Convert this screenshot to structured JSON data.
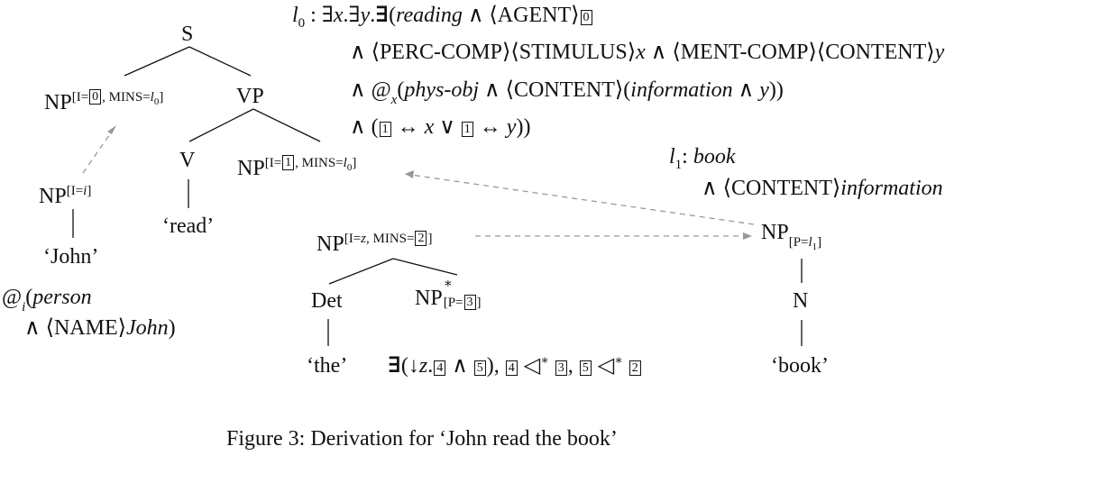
{
  "tree": {
    "s": "S",
    "vp": "VP",
    "v": "V",
    "np_subj": "NP",
    "np_subj_i": "I",
    "np_subj_box": "0",
    "np_subj_mins": "MINS",
    "np_subj_l": "l",
    "np_subj_l_sub": "0",
    "np_obj": "NP",
    "np_obj_i": "I",
    "np_obj_box": "1",
    "np_obj_mins": "MINS",
    "np_obj_l": "l",
    "np_obj_l_sub": "0",
    "read_word": "‘read’"
  },
  "john": {
    "np": "NP",
    "np_i": "I",
    "np_var": "i",
    "word": "‘John’",
    "sem1_at": "@",
    "sem1_sub": "i",
    "sem1_pred": "person",
    "sem2_name": "NAME",
    "sem2_john": "John"
  },
  "the_tree": {
    "np": "NP",
    "np_i": "I",
    "np_z": "z",
    "np_mins": "MINS",
    "np_box": "2",
    "det": "Det",
    "np_star": "NP",
    "np_star_p": "P",
    "np_star_box": "3",
    "word": "‘the’",
    "sem_exists": "∃",
    "sem_z": "z",
    "sem_b4": "4",
    "sem_b5": "5",
    "sem_b4b": "4",
    "sem_b3": "3",
    "sem_b5b": "5",
    "sem_b2": "2"
  },
  "book_tree": {
    "np": "NP",
    "np_p": "P",
    "np_l": "l",
    "np_l_sub": "1",
    "n": "N",
    "word": "‘book’",
    "sem_l": "l",
    "sem_l_sub": "1",
    "sem_book": "book",
    "sem_content": "CONTENT",
    "sem_information": "information"
  },
  "l0_formula": {
    "l": "l",
    "l_sub": "0",
    "reading": "reading",
    "agent": "AGENT",
    "box0": "0",
    "perc_comp": "PERC-COMP",
    "stimulus": "STIMULUS",
    "ment_comp": "MENT-COMP",
    "content1": "CONTENT",
    "at_sub": "x",
    "phys_obj": "phys-obj",
    "content2": "CONTENT",
    "information": "information",
    "box1a": "1",
    "box1b": "1"
  },
  "caption": "Figure 3: Derivation for ‘John read the book’"
}
